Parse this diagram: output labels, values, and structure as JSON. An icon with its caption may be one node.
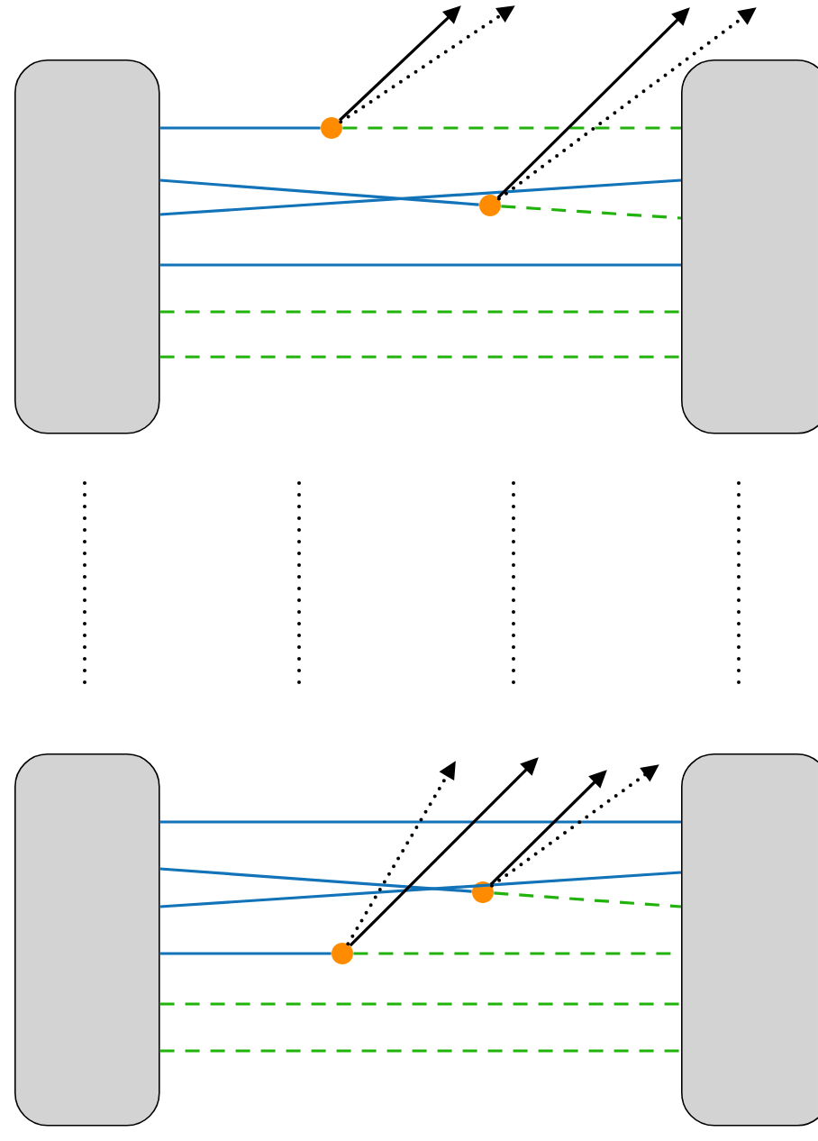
{
  "diagram": {
    "nodes": [
      {
        "text": [],
        "shape": "box"
      },
      {
        "text": [],
        "shape": "box"
      },
      {
        "text": [],
        "shape": "circle"
      },
      {
        "text": [],
        "shape": "circle"
      },
      {
        "text": [],
        "shape": "box"
      },
      {
        "text": [],
        "shape": "box"
      },
      {
        "text": [],
        "shape": "circle"
      },
      {
        "text": [],
        "shape": "circle"
      }
    ],
    "edges": [
      {
        "from": 0,
        "to": 2,
        "arrow": "none",
        "color": "#1273b8"
      },
      {
        "from": 2,
        "to": 1,
        "arrow": "none",
        "style": "dashed",
        "color": "#22b20c"
      },
      {
        "from": 0,
        "to": 3,
        "arrow": "none",
        "color": "#1273b8"
      },
      {
        "from": 3,
        "to": 1,
        "arrow": "none",
        "style": "dashed",
        "color": "#22b20c"
      },
      {
        "from": 0,
        "to": 1,
        "arrow": "none",
        "color": "#1273b8"
      },
      {
        "from": 0,
        "to": 1,
        "arrow": "none",
        "color": "#1273b8"
      },
      {
        "from": 0,
        "to": 1,
        "arrow": "none",
        "style": "dashed",
        "color": "#22b20c"
      },
      {
        "from": 0,
        "to": 1,
        "arrow": "none",
        "style": "dashed",
        "color": "#22b20c"
      },
      {
        "from": 2,
        "to": null,
        "arrow": "to",
        "color": "#000000"
      },
      {
        "from": 2,
        "to": null,
        "arrow": "to",
        "style": "dashed",
        "color": "#000000"
      },
      {
        "from": 3,
        "to": null,
        "arrow": "to",
        "color": "#000000"
      },
      {
        "from": 3,
        "to": null,
        "arrow": "to",
        "style": "dashed",
        "color": "#000000"
      },
      {
        "from": 4,
        "to": 5,
        "arrow": "none",
        "color": "#1273b8"
      },
      {
        "from": 4,
        "to": 7,
        "arrow": "none",
        "color": "#1273b8"
      },
      {
        "from": 7,
        "to": 5,
        "arrow": "none",
        "style": "dashed",
        "color": "#22b20c"
      },
      {
        "from": 4,
        "to": 5,
        "arrow": "none",
        "color": "#1273b8"
      },
      {
        "from": 4,
        "to": 6,
        "arrow": "none",
        "color": "#1273b8"
      },
      {
        "from": 6,
        "to": 5,
        "arrow": "none",
        "style": "dashed",
        "color": "#22b20c"
      },
      {
        "from": 4,
        "to": 5,
        "arrow": "none",
        "style": "dashed",
        "color": "#22b20c"
      },
      {
        "from": 4,
        "to": 5,
        "arrow": "none",
        "style": "dashed",
        "color": "#22b20c"
      },
      {
        "from": 6,
        "to": null,
        "arrow": "to",
        "color": "#000000"
      },
      {
        "from": 6,
        "to": null,
        "arrow": "to",
        "style": "dashed",
        "color": "#000000"
      },
      {
        "from": 7,
        "to": null,
        "arrow": "to",
        "color": "#000000"
      },
      {
        "from": 7,
        "to": null,
        "arrow": "to",
        "style": "dashed",
        "color": "#000000"
      }
    ]
  }
}
